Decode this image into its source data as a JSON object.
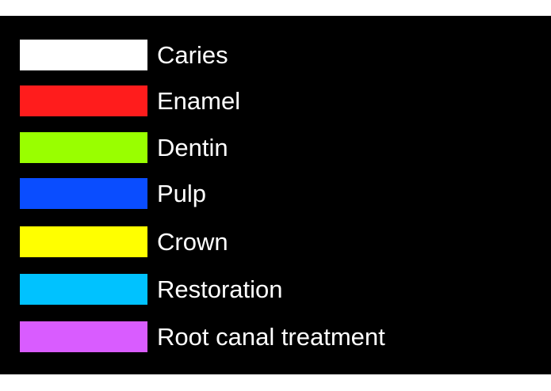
{
  "legend": {
    "items": [
      {
        "label": "Caries",
        "color": "#ffffff"
      },
      {
        "label": "Enamel",
        "color": "#ff1c1c"
      },
      {
        "label": "Dentin",
        "color": "#99ff00"
      },
      {
        "label": "Pulp",
        "color": "#0a4dff"
      },
      {
        "label": "Crown",
        "color": "#ffff00"
      },
      {
        "label": "Restoration",
        "color": "#00c2ff"
      },
      {
        "label": "Root canal treatment",
        "color": "#d95cff"
      }
    ]
  }
}
